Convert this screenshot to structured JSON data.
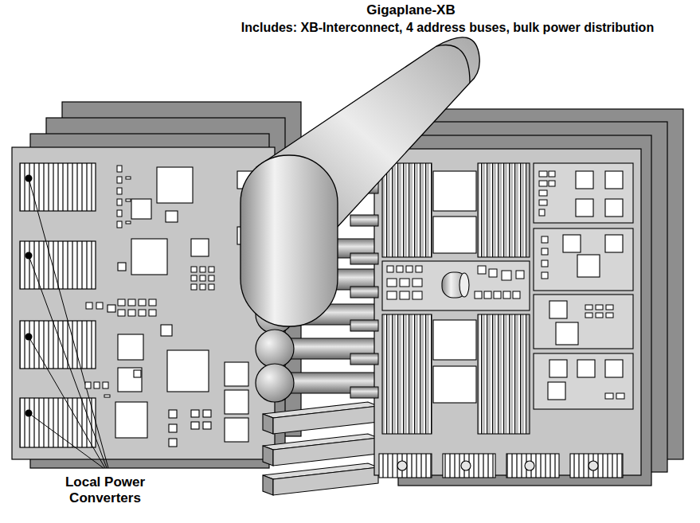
{
  "diagram": {
    "labels": [
      "Gigaplane-XB",
      "Includes: XB-Interconnect, 4 address buses, bulk power distribution",
      "Local Power Converters"
    ]
  }
}
